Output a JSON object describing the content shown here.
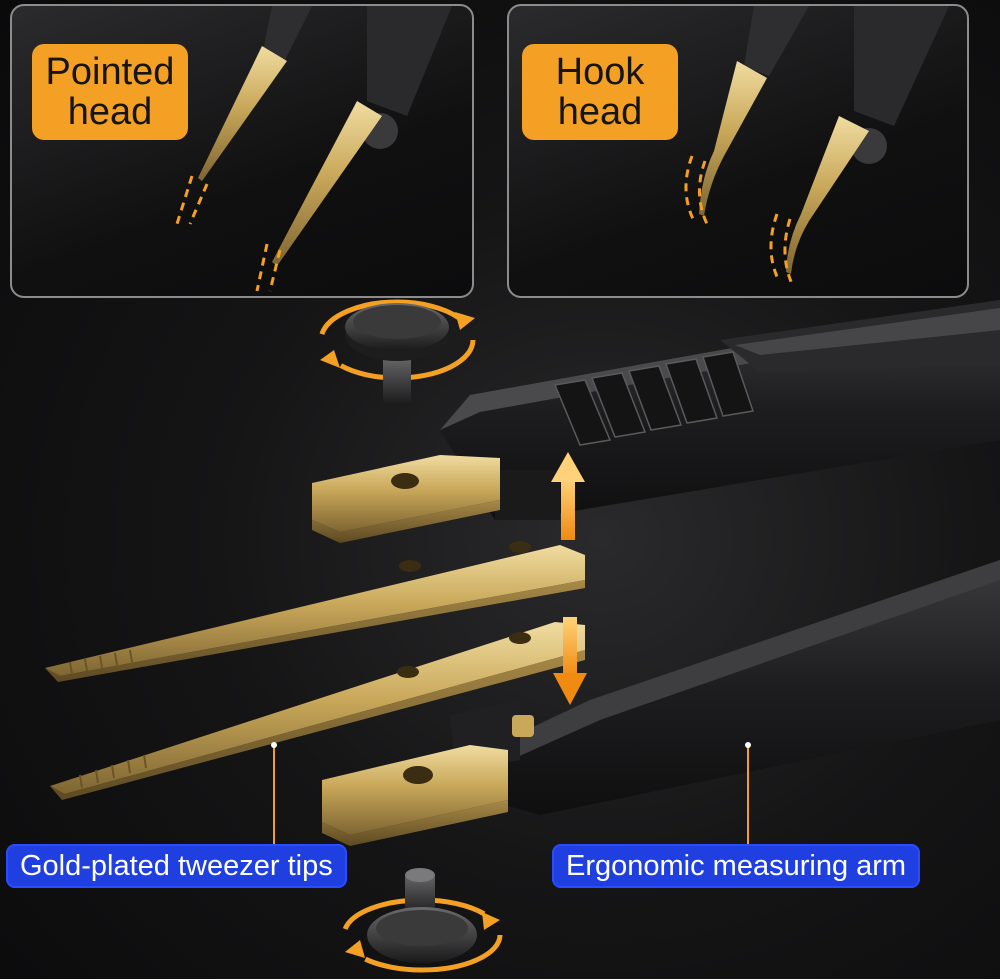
{
  "panels": {
    "left": {
      "badge_line1": "Pointed",
      "badge_line2": "head"
    },
    "right": {
      "badge_line1": "Hook",
      "badge_line2": "head"
    }
  },
  "labels": {
    "tips": "Gold-plated tweezer tips",
    "arm": "Ergonomic measuring arm"
  },
  "colors": {
    "accent_orange": "#f4a024",
    "label_blue": "#1f3fe0",
    "gold": "#c9a85a"
  }
}
